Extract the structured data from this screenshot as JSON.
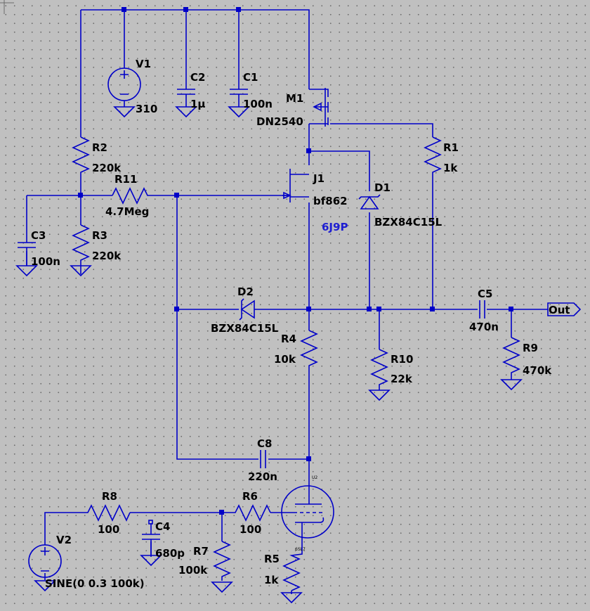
{
  "components": {
    "V1": {
      "ref": "V1",
      "value": "310"
    },
    "V2": {
      "ref": "V2",
      "value": "SINE(0 0.3 100k)"
    },
    "C1": {
      "ref": "C1",
      "value": "100n"
    },
    "C2": {
      "ref": "C2",
      "value": "1µ"
    },
    "C3": {
      "ref": "C3",
      "value": "100n"
    },
    "C4": {
      "ref": "C4",
      "value": "680p"
    },
    "C5": {
      "ref": "C5",
      "value": "470n"
    },
    "C8": {
      "ref": "C8",
      "value": "220n"
    },
    "R1": {
      "ref": "R1",
      "value": "1k"
    },
    "R2": {
      "ref": "R2",
      "value": "220k"
    },
    "R3": {
      "ref": "R3",
      "value": "220k"
    },
    "R4": {
      "ref": "R4",
      "value": "10k"
    },
    "R5": {
      "ref": "R5",
      "value": "1k"
    },
    "R6": {
      "ref": "R6",
      "value": "100"
    },
    "R7": {
      "ref": "R7",
      "value": "100k"
    },
    "R8": {
      "ref": "R8",
      "value": "100"
    },
    "R9": {
      "ref": "R9",
      "value": "470k"
    },
    "R10": {
      "ref": "R10",
      "value": "22k"
    },
    "R11": {
      "ref": "R11",
      "value": "4.7Meg"
    },
    "M1": {
      "ref": "M1",
      "value": "DN2540"
    },
    "J1": {
      "ref": "J1",
      "value": "bf862"
    },
    "D1": {
      "ref": "D1",
      "value": "BZX84C15L"
    },
    "D2": {
      "ref": "D2",
      "value": "BZX84C15L"
    },
    "U2": {
      "ref": "U2",
      "value": "6SL7"
    }
  },
  "annotation": "6J9P",
  "output_label": "Out",
  "colors": {
    "wire": "#0000c8",
    "background": "#c0c0c0",
    "net_label": "#1e1ed2",
    "grid_dot": "#6e6e6e"
  }
}
